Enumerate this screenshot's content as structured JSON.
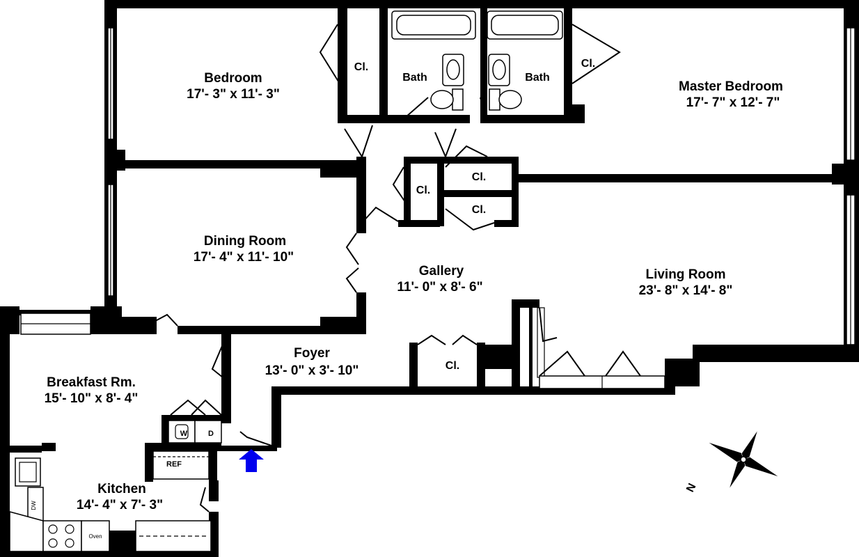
{
  "rooms": {
    "bedroom": {
      "name": "Bedroom",
      "dims": "17'- 3\" x 11'- 3\""
    },
    "master_bedroom": {
      "name": "Master Bedroom",
      "dims": "17'- 7\" x 12'- 7\""
    },
    "dining_room": {
      "name": "Dining Room",
      "dims": "17'- 4\" x 11'- 10\""
    },
    "gallery": {
      "name": "Gallery",
      "dims": "11'- 0\" x 8'- 6\""
    },
    "living_room": {
      "name": "Living Room",
      "dims": "23'- 8\" x 14'- 8\""
    },
    "breakfast_room": {
      "name": "Breakfast Rm.",
      "dims": "15'- 10\" x 8'- 4\""
    },
    "foyer": {
      "name": "Foyer",
      "dims": "13'- 0\" x 3'- 10\""
    },
    "kitchen": {
      "name": "Kitchen",
      "dims": "14'- 4\" x 7'- 3\""
    }
  },
  "labels": {
    "closet": "Cl.",
    "bath": "Bath",
    "washer": "W",
    "dryer": "D",
    "refrigerator": "REF",
    "dishwasher": "DW",
    "oven": "Oven",
    "compass_north": "N"
  },
  "colors": {
    "walls": "#000000",
    "entry_arrow": "#0000ee",
    "background": "#ffffff"
  },
  "icons": {
    "entry": "entry-arrow-icon",
    "compass": "compass-rose-icon"
  }
}
